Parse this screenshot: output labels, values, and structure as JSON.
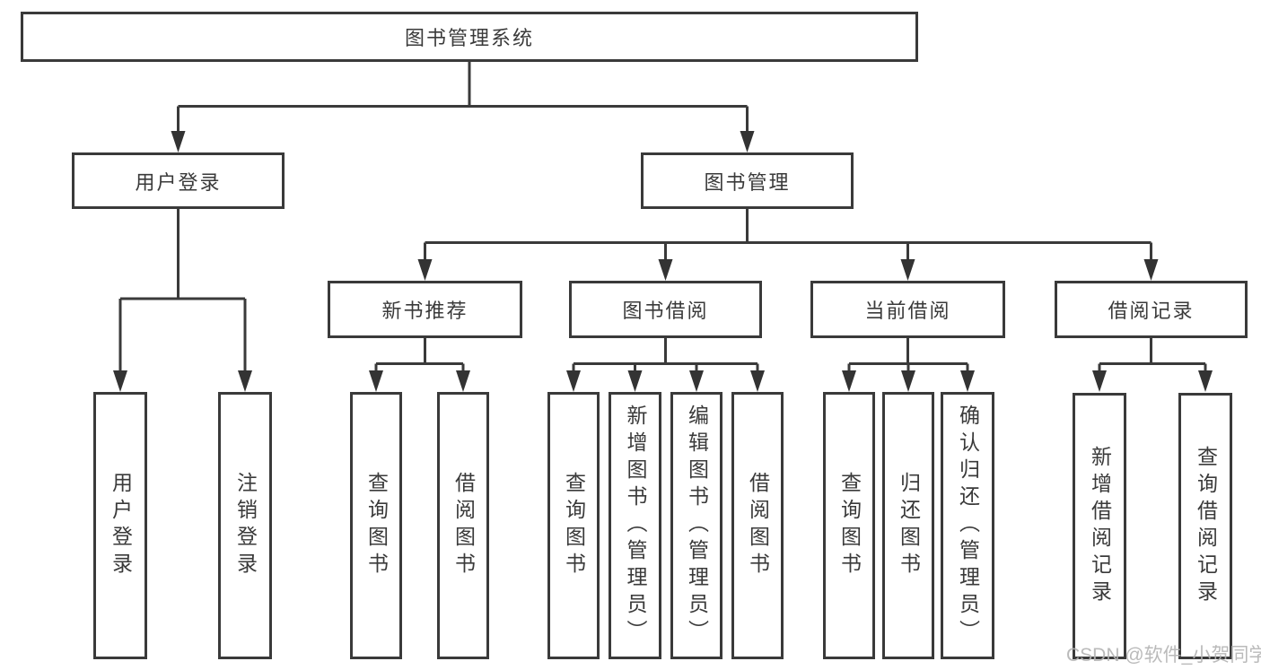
{
  "diagram": {
    "root": {
      "label": "图书管理系统"
    },
    "level1": [
      {
        "label": "用户登录"
      },
      {
        "label": "图书管理"
      }
    ],
    "level2": [
      {
        "label": "新书推荐"
      },
      {
        "label": "图书借阅"
      },
      {
        "label": "当前借阅"
      },
      {
        "label": "借阅记录"
      }
    ],
    "leaves": {
      "login": [
        {
          "label": "用户登录"
        },
        {
          "label": "注销登录"
        }
      ],
      "recommend": [
        {
          "label": "查询图书"
        },
        {
          "label": "借阅图书"
        }
      ],
      "borrow": [
        {
          "label": "查询图书"
        },
        {
          "label": "新增图书（管理员）"
        },
        {
          "label": "编辑图书（管理员）"
        },
        {
          "label": "借阅图书"
        }
      ],
      "current": [
        {
          "label": "查询图书"
        },
        {
          "label": "归还图书"
        },
        {
          "label": "确认归还（管理员）"
        }
      ],
      "records": [
        {
          "label": "新增借阅记录"
        },
        {
          "label": "查询借阅记录"
        }
      ]
    }
  },
  "watermark": "CSDN @软件_小贺同学"
}
